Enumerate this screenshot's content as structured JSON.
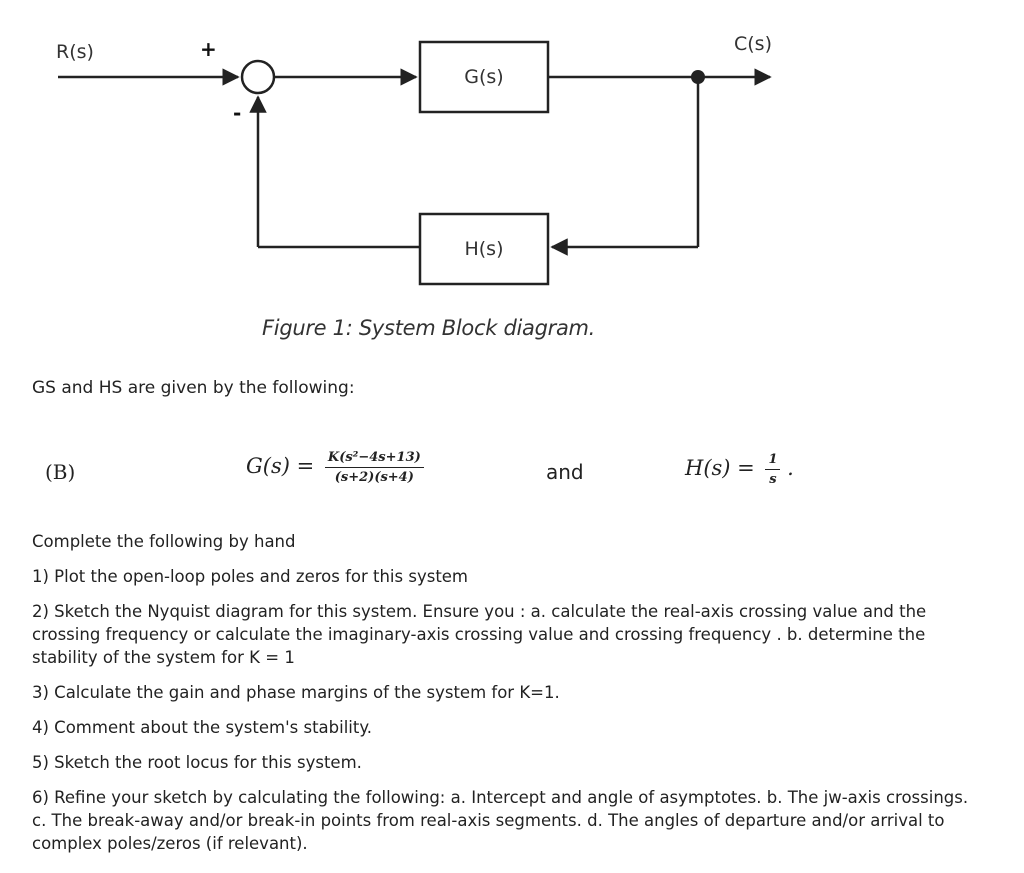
{
  "diagram": {
    "input_label": "R(s)",
    "output_label": "C(s)",
    "plus_sign": "+",
    "minus_sign": "-",
    "forward_block": "G(s)",
    "feedback_block": "H(s)"
  },
  "caption": "Figure 1: System Block diagram.",
  "intro": "GS and HS are given by the following:",
  "equations": {
    "part": "(B)",
    "g_lhs": "G(s) =",
    "g_num": "K(s²−4s+13)",
    "g_den": "(s+2)(s+4)",
    "and": "and",
    "h_lhs": "H(s) =",
    "h_num": "1",
    "h_den": "s",
    "h_end": "."
  },
  "tasks": {
    "lead": "Complete the following by hand",
    "items": [
      "1) Plot the open-loop poles and zeros for this system",
      "2) Sketch the Nyquist diagram for this system. Ensure you : a. calculate the real-axis crossing value and the crossing frequency or calculate the imaginary-axis crossing value and crossing frequency . b. determine the stability of the system for K = 1",
      "3) Calculate the gain and phase margins of the system for K=1.",
      "4) Comment about the system's stability.",
      "5) Sketch the root locus for this system.",
      "6) Refine your sketch by calculating the following: a. Intercept and angle of asymptotes. b. The jw-axis crossings. c. The break-away and/or break-in points from real-axis segments. d. The angles of departure and/or arrival to complex poles/zeros (if relevant)."
    ]
  }
}
